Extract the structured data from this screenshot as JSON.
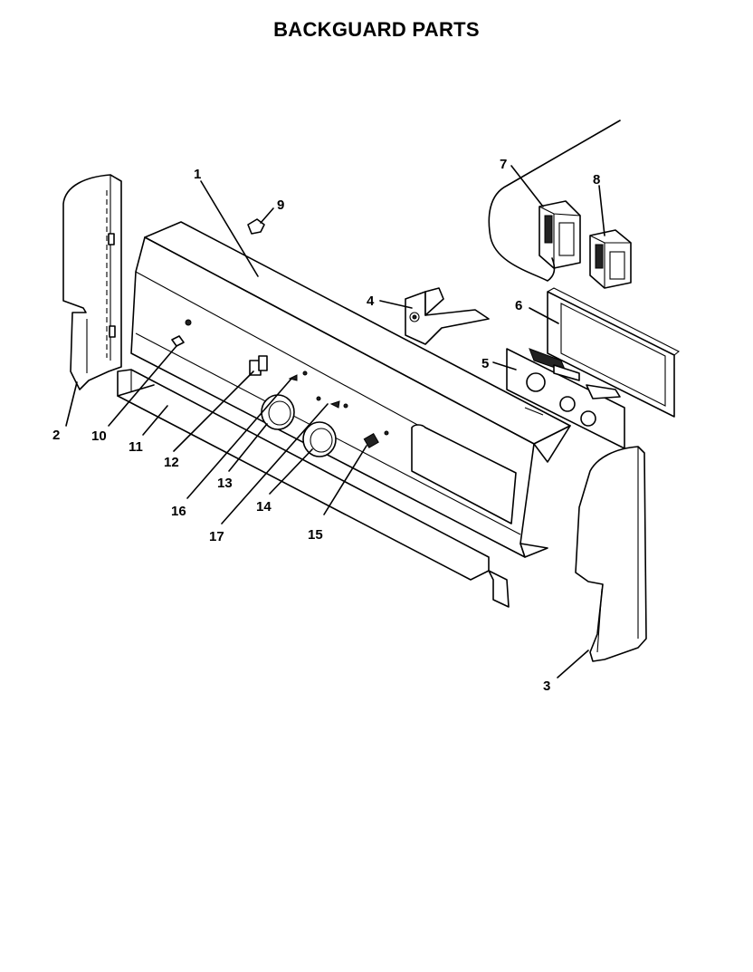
{
  "title": "BACKGUARD PARTS",
  "callouts": [
    "1",
    "2",
    "3",
    "4",
    "5",
    "6",
    "7",
    "8",
    "9",
    "10",
    "11",
    "12",
    "13",
    "14",
    "15",
    "16",
    "17"
  ]
}
